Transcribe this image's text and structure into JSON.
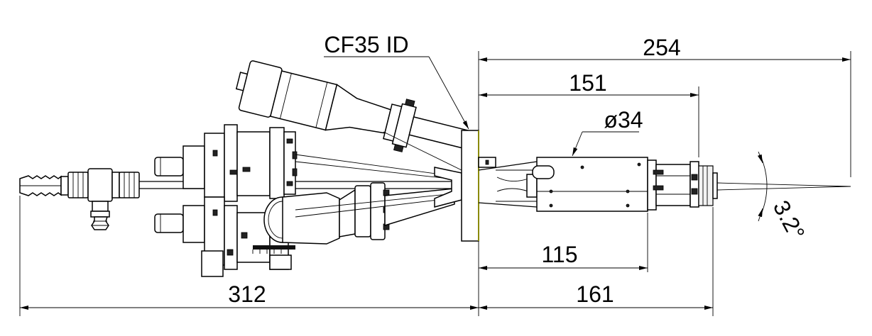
{
  "labels": {
    "flange": "CF35 ID",
    "diameter": "ø34",
    "angle": "3.2°"
  },
  "dimensions": {
    "d254": "254",
    "d151": "151",
    "d115": "115",
    "d161": "161",
    "d312": "312"
  },
  "colors": {
    "line": "#000000",
    "reference_line": "#8a8a00"
  }
}
